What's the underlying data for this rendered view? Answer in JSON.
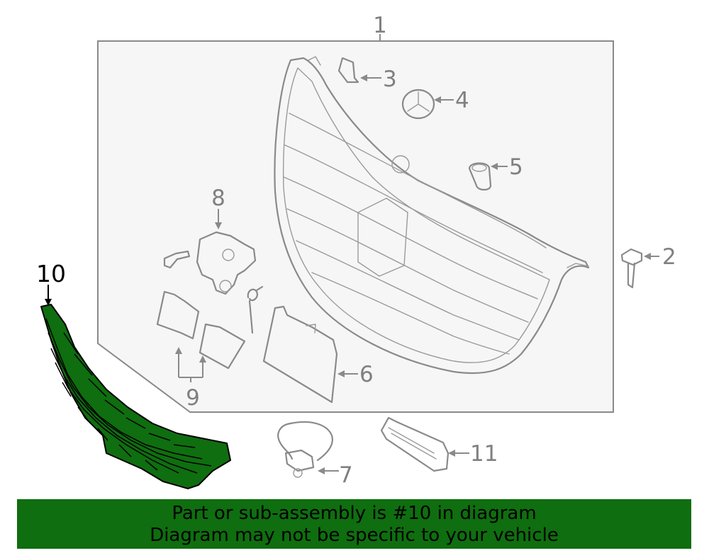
{
  "diagram": {
    "callouts": [
      "1",
      "2",
      "3",
      "4",
      "5",
      "6",
      "7",
      "8",
      "9",
      "10",
      "11"
    ],
    "highlighted_part": "10",
    "highlight_color": "#0f6e0f",
    "line_color": "#8a8a8a"
  },
  "banner": {
    "line1": "Part or sub-assembly is #10 in diagram",
    "line2": "Diagram may not be specific to your vehicle",
    "background": "#0f6e0f"
  }
}
